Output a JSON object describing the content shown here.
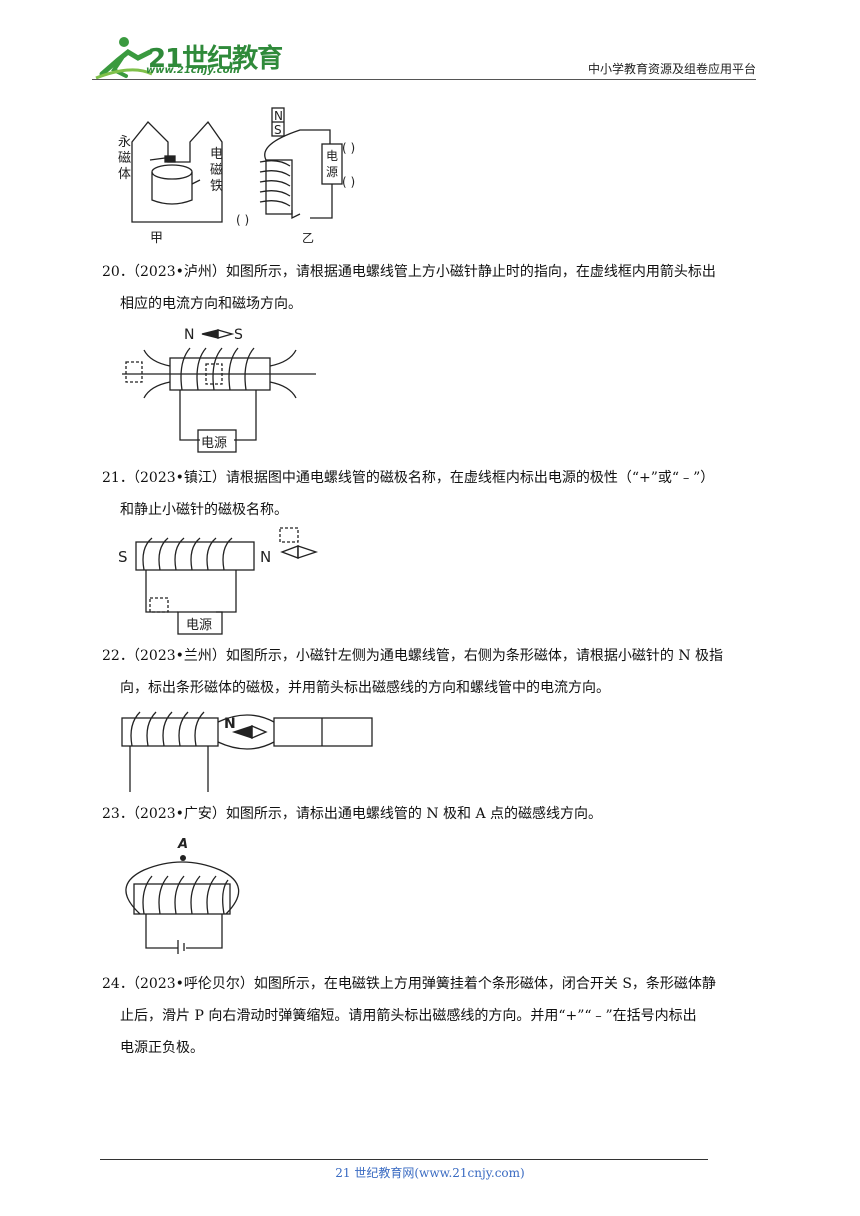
{
  "header": {
    "logo_text": "21世纪教育",
    "logo_url": "www.21cnjy.com",
    "platform": "中小学教育资源及组卷应用平台"
  },
  "fig19": {
    "left_labels": [
      "永",
      "磁",
      "体"
    ],
    "mid_labels": [
      "电",
      "磁",
      "铁"
    ],
    "caption_a": "甲",
    "n": "N",
    "s": "S",
    "power": [
      "电",
      "源"
    ],
    "paren": "( )",
    "caption_b": "乙"
  },
  "q20": {
    "number": "20．",
    "line1": "（2023•泸州）如图所示，请根据通电螺线管上方小磁针静止时的指向，在虚线框内用箭头标出",
    "line2": "相应的电流方向和磁场方向。",
    "fig": {
      "n": "N",
      "s": "S",
      "power": "电源"
    }
  },
  "q21": {
    "number": "21．",
    "line1": "（2023•镇江）请根据图中通电螺线管的磁极名称，在虚线框内标出电源的极性（“+”或“﹣”）",
    "line2": "和静止小磁针的磁极名称。",
    "fig": {
      "s": "S",
      "n": "N",
      "power": "电源"
    }
  },
  "q22": {
    "number": "22．",
    "line1": "（2023•兰州）如图所示，小磁针左侧为通电螺线管，右侧为条形磁体，请根据小磁针的 N 极指",
    "line2": "向，标出条形磁体的磁极，并用箭头标出磁感线的方向和螺线管中的电流方向。",
    "fig": {
      "n": "N"
    }
  },
  "q23": {
    "number": "23．",
    "line1": "（2023•广安）如图所示，请标出通电螺线管的 N 极和 A 点的磁感线方向。",
    "fig": {
      "a": "A"
    }
  },
  "q24": {
    "number": "24．",
    "line1": "（2023•呼伦贝尔）如图所示，在电磁铁上方用弹簧挂着个条形磁体，闭合开关 S，条形磁体静",
    "line2": "止后，滑片 P 向右滑动时弹簧缩短。请用箭头标出磁感线的方向。并用“+”“﹣”在括号内标出",
    "line3": "电源正负极。"
  },
  "footer": {
    "text": "21 世纪教育网(www.21cnjy.com)"
  }
}
